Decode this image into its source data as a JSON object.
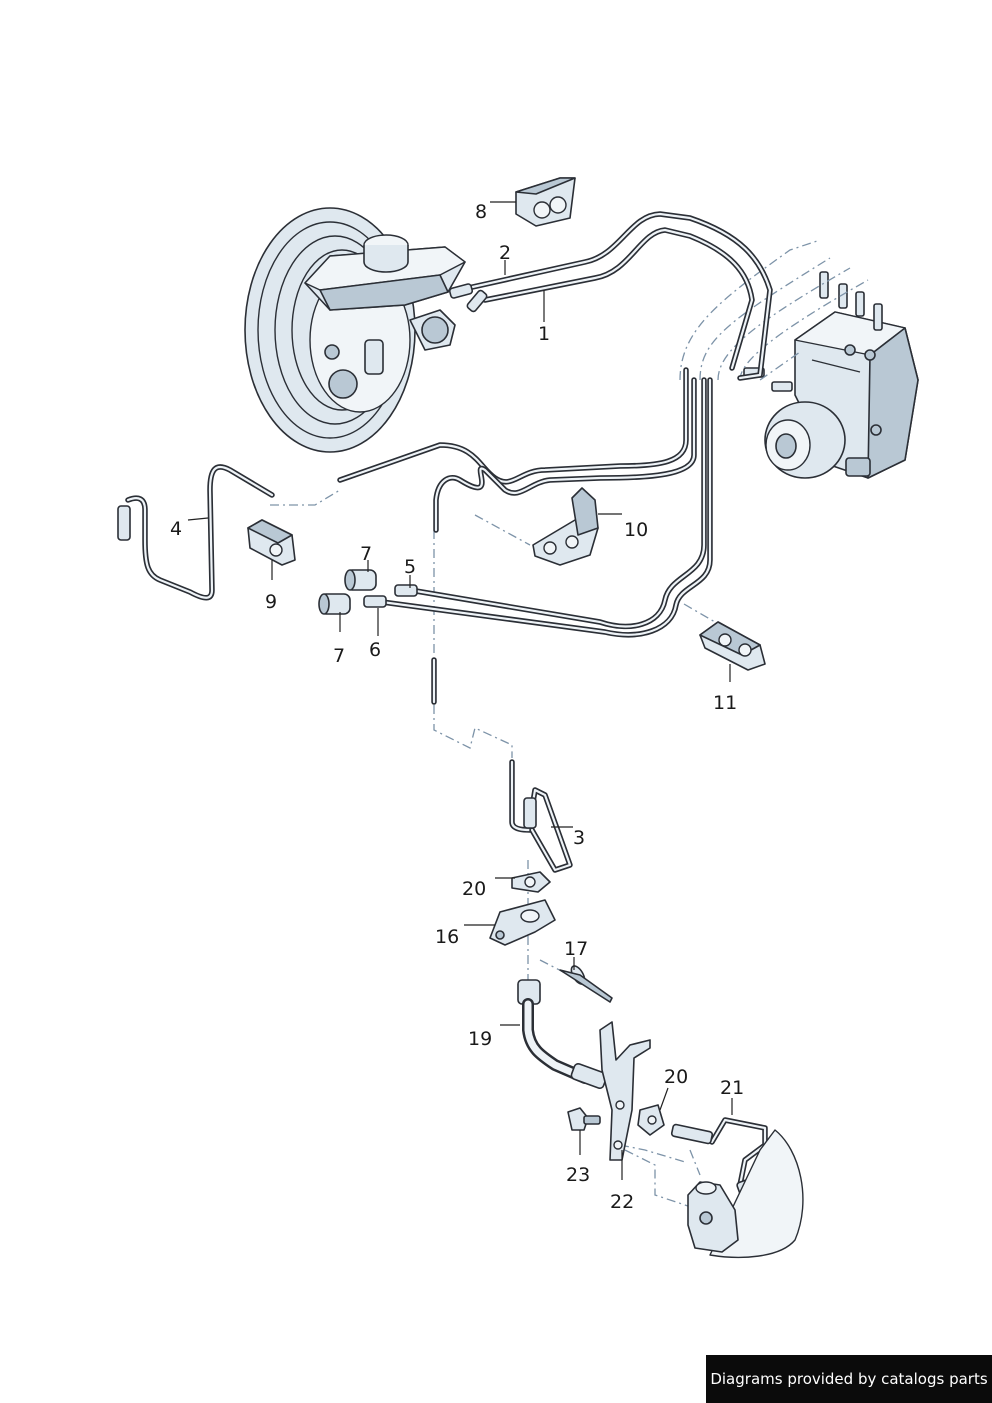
{
  "callouts": [
    {
      "id": "1",
      "label": "1"
    },
    {
      "id": "2",
      "label": "2"
    },
    {
      "id": "3",
      "label": "3"
    },
    {
      "id": "4",
      "label": "4"
    },
    {
      "id": "5",
      "label": "5"
    },
    {
      "id": "6",
      "label": "6"
    },
    {
      "id": "7a",
      "label": "7"
    },
    {
      "id": "7b",
      "label": "7"
    },
    {
      "id": "8",
      "label": "8"
    },
    {
      "id": "9",
      "label": "9"
    },
    {
      "id": "10",
      "label": "10"
    },
    {
      "id": "11",
      "label": "11"
    },
    {
      "id": "16",
      "label": "16"
    },
    {
      "id": "17",
      "label": "17"
    },
    {
      "id": "19",
      "label": "19"
    },
    {
      "id": "20a",
      "label": "20"
    },
    {
      "id": "20b",
      "label": "20"
    },
    {
      "id": "21",
      "label": "21"
    },
    {
      "id": "22",
      "label": "22"
    },
    {
      "id": "23",
      "label": "23"
    }
  ],
  "footer": {
    "credit": "Diagrams provided by catalogs parts"
  },
  "colors": {
    "line": "#2b2f36",
    "fill": "#dfe8ef",
    "shade": "#b9c8d4",
    "dashed": "#7d93a8"
  }
}
